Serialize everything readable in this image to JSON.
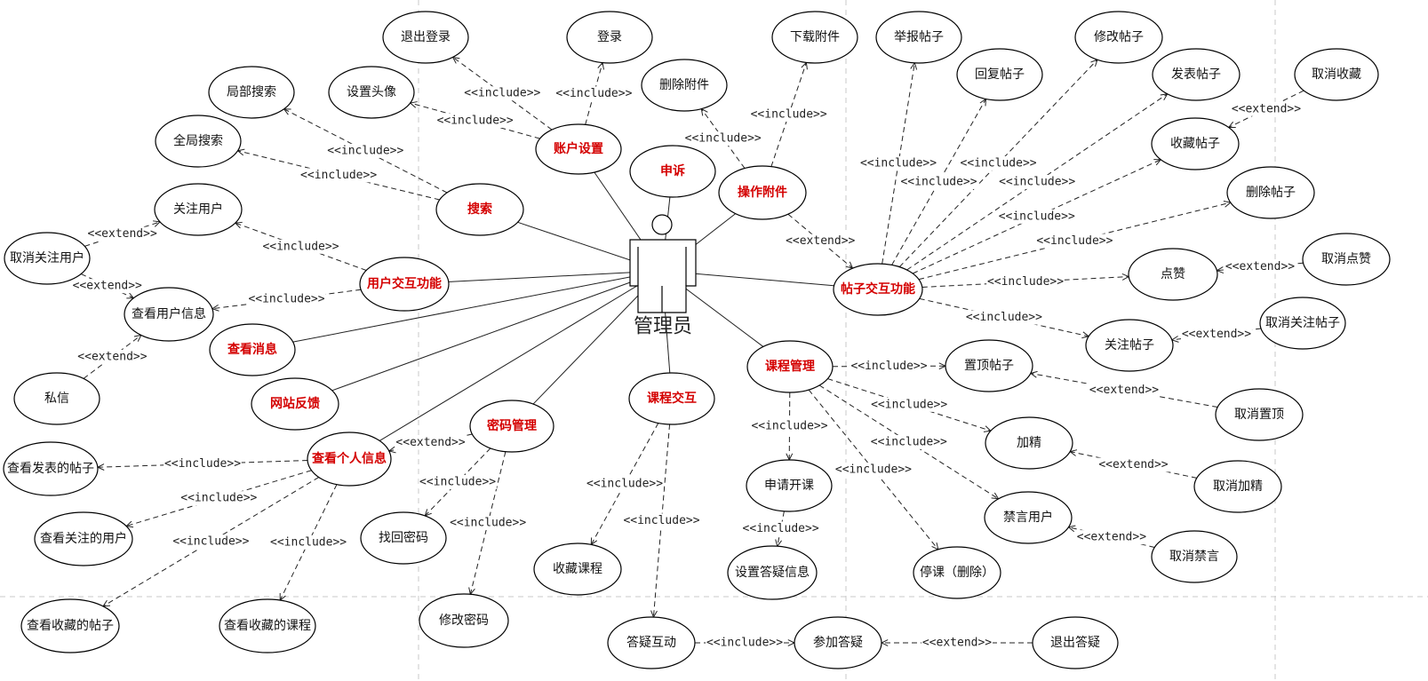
{
  "diagram": {
    "actor": {
      "name": "管理员"
    },
    "use_cases": [
      {
        "id": "account_settings",
        "label": "账户设置",
        "core": true
      },
      {
        "id": "search",
        "label": "搜索",
        "core": true
      },
      {
        "id": "user_interaction",
        "label": "用户交互功能",
        "core": true
      },
      {
        "id": "view_messages",
        "label": "查看消息",
        "core": true
      },
      {
        "id": "site_feedback",
        "label": "网站反馈",
        "core": true
      },
      {
        "id": "view_personal_info",
        "label": "查看个人信息",
        "core": true
      },
      {
        "id": "password_mgmt",
        "label": "密码管理",
        "core": true
      },
      {
        "id": "course_interaction",
        "label": "课程交互",
        "core": true
      },
      {
        "id": "course_mgmt",
        "label": "课程管理",
        "core": true
      },
      {
        "id": "post_interaction",
        "label": "帖子交互功能",
        "core": true
      },
      {
        "id": "attachment_ops",
        "label": "操作附件",
        "core": true
      },
      {
        "id": "appeal",
        "label": "申诉",
        "core": true
      },
      {
        "id": "logout",
        "label": "退出登录",
        "core": false
      },
      {
        "id": "login",
        "label": "登录",
        "core": false
      },
      {
        "id": "set_avatar",
        "label": "设置头像",
        "core": false
      },
      {
        "id": "local_search",
        "label": "局部搜索",
        "core": false
      },
      {
        "id": "global_search",
        "label": "全局搜索",
        "core": false
      },
      {
        "id": "follow_user",
        "label": "关注用户",
        "core": false
      },
      {
        "id": "unfollow_user",
        "label": "取消关注用户",
        "core": false
      },
      {
        "id": "view_user_info",
        "label": "查看用户信息",
        "core": false
      },
      {
        "id": "private_msg",
        "label": "私信",
        "core": false
      },
      {
        "id": "view_my_posts",
        "label": "查看发表的帖子",
        "core": false
      },
      {
        "id": "view_followed_users",
        "label": "查看关注的用户",
        "core": false
      },
      {
        "id": "view_fav_posts",
        "label": "查看收藏的帖子",
        "core": false
      },
      {
        "id": "view_fav_courses",
        "label": "查看收藏的课程",
        "core": false
      },
      {
        "id": "recover_pwd",
        "label": "找回密码",
        "core": false
      },
      {
        "id": "change_pwd",
        "label": "修改密码",
        "core": false
      },
      {
        "id": "fav_course",
        "label": "收藏课程",
        "core": false
      },
      {
        "id": "qa_interaction",
        "label": "答疑互动",
        "core": false
      },
      {
        "id": "join_qa",
        "label": "参加答疑",
        "core": false
      },
      {
        "id": "quit_qa",
        "label": "退出答疑",
        "core": false
      },
      {
        "id": "apply_course",
        "label": "申请开课",
        "core": false
      },
      {
        "id": "set_qa_info",
        "label": "设置答疑信息",
        "core": false
      },
      {
        "id": "suspend_course",
        "label": "停课（删除）",
        "core": false
      },
      {
        "id": "delete_attachment",
        "label": "删除附件",
        "core": false
      },
      {
        "id": "download_attachment",
        "label": "下载附件",
        "core": false
      },
      {
        "id": "report_post",
        "label": "举报帖子",
        "core": false
      },
      {
        "id": "reply_post",
        "label": "回复帖子",
        "core": false
      },
      {
        "id": "edit_post",
        "label": "修改帖子",
        "core": false
      },
      {
        "id": "publish_post",
        "label": "发表帖子",
        "core": false
      },
      {
        "id": "cancel_fav",
        "label": "取消收藏",
        "core": false
      },
      {
        "id": "fav_post",
        "label": "收藏帖子",
        "core": false
      },
      {
        "id": "delete_post",
        "label": "删除帖子",
        "core": false
      },
      {
        "id": "like",
        "label": "点赞",
        "core": false
      },
      {
        "id": "cancel_like",
        "label": "取消点赞",
        "core": false
      },
      {
        "id": "follow_post",
        "label": "关注帖子",
        "core": false
      },
      {
        "id": "unfollow_post",
        "label": "取消关注帖子",
        "core": false
      },
      {
        "id": "pin_post",
        "label": "置顶帖子",
        "core": false
      },
      {
        "id": "unpin",
        "label": "取消置顶",
        "core": false
      },
      {
        "id": "feature",
        "label": "加精",
        "core": false
      },
      {
        "id": "unfeature",
        "label": "取消加精",
        "core": false
      },
      {
        "id": "ban_user",
        "label": "禁言用户",
        "core": false
      },
      {
        "id": "unban",
        "label": "取消禁言",
        "core": false
      }
    ],
    "associations": [
      "account_settings",
      "search",
      "user_interaction",
      "view_messages",
      "site_feedback",
      "view_personal_info",
      "password_mgmt",
      "course_interaction",
      "course_mgmt",
      "post_interaction",
      "attachment_ops",
      "appeal"
    ],
    "relationships": [
      {
        "from": "account_settings",
        "to": "logout",
        "type": "<<include>>"
      },
      {
        "from": "account_settings",
        "to": "login",
        "type": "<<include>>"
      },
      {
        "from": "account_settings",
        "to": "set_avatar",
        "type": "<<include>>"
      },
      {
        "from": "search",
        "to": "local_search",
        "type": "<<include>>"
      },
      {
        "from": "search",
        "to": "global_search",
        "type": "<<include>>"
      },
      {
        "from": "user_interaction",
        "to": "follow_user",
        "type": "<<include>>"
      },
      {
        "from": "user_interaction",
        "to": "view_user_info",
        "type": "<<include>>"
      },
      {
        "from": "unfollow_user",
        "to": "follow_user",
        "type": "<<extend>>"
      },
      {
        "from": "unfollow_user",
        "to": "view_user_info",
        "type": "<<extend>>"
      },
      {
        "from": "private_msg",
        "to": "view_user_info",
        "type": "<<extend>>"
      },
      {
        "from": "view_personal_info",
        "to": "view_my_posts",
        "type": "<<include>>"
      },
      {
        "from": "view_personal_info",
        "to": "view_followed_users",
        "type": "<<include>>"
      },
      {
        "from": "view_personal_info",
        "to": "view_fav_posts",
        "type": "<<include>>"
      },
      {
        "from": "view_personal_info",
        "to": "view_fav_courses",
        "type": "<<include>>"
      },
      {
        "from": "password_mgmt",
        "to": "view_personal_info",
        "type": "<<extend>>"
      },
      {
        "from": "password_mgmt",
        "to": "recover_pwd",
        "type": "<<include>>"
      },
      {
        "from": "password_mgmt",
        "to": "change_pwd",
        "type": "<<include>>"
      },
      {
        "from": "course_interaction",
        "to": "fav_course",
        "type": "<<include>>"
      },
      {
        "from": "course_interaction",
        "to": "qa_interaction",
        "type": "<<include>>"
      },
      {
        "from": "qa_interaction",
        "to": "join_qa",
        "type": "<<include>>"
      },
      {
        "from": "quit_qa",
        "to": "join_qa",
        "type": "<<extend>>"
      },
      {
        "from": "course_mgmt",
        "to": "pin_post",
        "type": "<<include>>"
      },
      {
        "from": "course_mgmt",
        "to": "apply_course",
        "type": "<<include>>"
      },
      {
        "from": "course_mgmt",
        "to": "suspend_course",
        "type": "<<include>>"
      },
      {
        "from": "course_mgmt",
        "to": "feature",
        "type": "<<include>>"
      },
      {
        "from": "course_mgmt",
        "to": "ban_user",
        "type": "<<include>>"
      },
      {
        "from": "apply_course",
        "to": "set_qa_info",
        "type": "<<include>>"
      },
      {
        "from": "attachment_ops",
        "to": "delete_attachment",
        "type": "<<include>>"
      },
      {
        "from": "attachment_ops",
        "to": "download_attachment",
        "type": "<<include>>"
      },
      {
        "from": "attachment_ops",
        "to": "post_interaction",
        "type": "<<extend>>"
      },
      {
        "from": "post_interaction",
        "to": "report_post",
        "type": "<<include>>"
      },
      {
        "from": "post_interaction",
        "to": "reply_post",
        "type": "<<include>>"
      },
      {
        "from": "post_interaction",
        "to": "edit_post",
        "type": "<<include>>"
      },
      {
        "from": "post_interaction",
        "to": "publish_post",
        "type": "<<include>>"
      },
      {
        "from": "post_interaction",
        "to": "fav_post",
        "type": "<<include>>"
      },
      {
        "from": "post_interaction",
        "to": "delete_post",
        "type": "<<include>>"
      },
      {
        "from": "post_interaction",
        "to": "like",
        "type": "<<include>>"
      },
      {
        "from": "post_interaction",
        "to": "follow_post",
        "type": "<<include>>"
      },
      {
        "from": "cancel_fav",
        "to": "fav_post",
        "type": "<<extend>>"
      },
      {
        "from": "cancel_like",
        "to": "like",
        "type": "<<extend>>"
      },
      {
        "from": "unfollow_post",
        "to": "follow_post",
        "type": "<<extend>>"
      },
      {
        "from": "unpin",
        "to": "pin_post",
        "type": "<<extend>>"
      },
      {
        "from": "unfeature",
        "to": "feature",
        "type": "<<extend>>"
      },
      {
        "from": "unban",
        "to": "ban_user",
        "type": "<<extend>>"
      }
    ]
  }
}
